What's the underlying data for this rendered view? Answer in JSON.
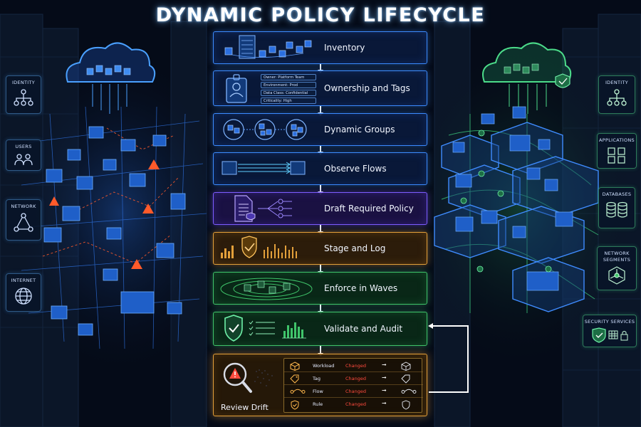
{
  "title": "DYNAMIC POLICY LIFECYCLE",
  "left_panel": [
    {
      "label": "IDENTITY",
      "icon": "hierarchy-icon"
    },
    {
      "label": "USERS",
      "icon": "users-icon"
    },
    {
      "label": "NETWORK",
      "icon": "network-icon"
    },
    {
      "label": "INTERNET",
      "icon": "globe-icon"
    }
  ],
  "right_panel": [
    {
      "label": "IDENTITY",
      "icon": "hierarchy-icon"
    },
    {
      "label": "APPLICATIONS",
      "icon": "app-cubes-icon"
    },
    {
      "label": "DATABASES",
      "icon": "database-icon"
    },
    {
      "label": "NETWORK",
      "label2": "SEGMENTS",
      "icon": "segments-icon"
    },
    {
      "label": "SECURITY SERVICES",
      "icon": "security-services-icon"
    }
  ],
  "steps": [
    {
      "label": "Inventory",
      "accent": "#3c8cff"
    },
    {
      "label": "Ownership and Tags",
      "accent": "#3c8cff",
      "tags": [
        "Owner: Platform Team",
        "Environment: Prod",
        "Data Class: Confidential",
        "Criticality: High"
      ]
    },
    {
      "label": "Dynamic Groups",
      "accent": "#3c8cff"
    },
    {
      "label": "Observe Flows",
      "accent": "#3c8cff"
    },
    {
      "label": "Draft Required Policy",
      "accent": "#7c5cff"
    },
    {
      "label": "Stage and Log",
      "accent": "#e3a03a"
    },
    {
      "label": "Enforce in Waves",
      "accent": "#3fc46a"
    },
    {
      "label": "Validate and Audit",
      "accent": "#3fc46a"
    }
  ],
  "drift": {
    "title": "Review Drift",
    "accent": "#e3a03a",
    "rows": [
      {
        "item": "Workload",
        "state": "Changed"
      },
      {
        "item": "Tag",
        "state": "Changed"
      },
      {
        "item": "Flow",
        "state": "Changed"
      },
      {
        "item": "Rule",
        "state": "Changed"
      }
    ]
  },
  "colors": {
    "changed": "#ff4a3d",
    "warning": "#ff5a2a",
    "compliant": "#3fc46a"
  }
}
